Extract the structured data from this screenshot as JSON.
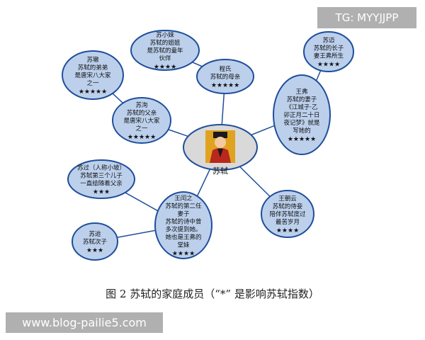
{
  "colors": {
    "node_fill": "#bcd0ec",
    "node_stroke": "#1f4e9a",
    "edge": "#1f4e9a",
    "center_fill": "#d9d9d9",
    "avatar_bg": "#e0a320",
    "robe": "#b8281c"
  },
  "center": {
    "label": "苏轼"
  },
  "nodes": [
    {
      "id": "su-xiaomei",
      "lines": [
        "苏小妹",
        "苏轼的姐姐",
        "是苏轼的童年",
        "伙伴"
      ],
      "stars": "★★★★"
    },
    {
      "id": "su-zhe",
      "lines": [
        "苏辙",
        "苏轼的弟弟",
        "是唐宋八大家",
        "之一"
      ],
      "stars": "★★★★★"
    },
    {
      "id": "cheng-shi",
      "lines": [
        "程氏",
        "苏轼的母亲"
      ],
      "stars": "★★★★★"
    },
    {
      "id": "su-mai",
      "lines": [
        "苏迈",
        "苏轼的长子",
        "妻王弗所生"
      ],
      "stars": "★★★★"
    },
    {
      "id": "su-xun",
      "lines": [
        "苏洵",
        "苏轼的父亲",
        "是唐宋八大家",
        "之一"
      ],
      "stars": "★★★★★"
    },
    {
      "id": "wang-fu",
      "lines": [
        "王弗",
        "苏轼的妻子",
        "《江城子·乙",
        "卯正月二十日",
        "夜记梦》就是",
        "写她的"
      ],
      "stars": "★★★★★"
    },
    {
      "id": "su-guo",
      "lines": [
        "苏过（人称小坡）",
        "苏轼第三个儿子",
        "一直给随着父亲"
      ],
      "stars": "★★★"
    },
    {
      "id": "wang-runzhi",
      "lines": [
        "王闰之",
        "苏轼的第二任",
        "妻子",
        "苏轼的诗中曾",
        "多次提到她。",
        "她也是王弗的",
        "堂妹"
      ],
      "stars": "★★★★"
    },
    {
      "id": "wang-chaoyun",
      "lines": [
        "王朝云",
        "苏轼的侍妾",
        "陪伴苏轼度过",
        "最苦岁月"
      ],
      "stars": "★★★★"
    },
    {
      "id": "su-dai",
      "lines": [
        "苏迨",
        "苏轼次子"
      ],
      "stars": "★★★"
    }
  ],
  "caption": "图 2  苏轼的家庭成员（“*” 是影响苏轼指数）",
  "watermarks": {
    "top_right": "TG: MYYJJPP",
    "bottom_left": "www.blog-pailie5.com"
  }
}
